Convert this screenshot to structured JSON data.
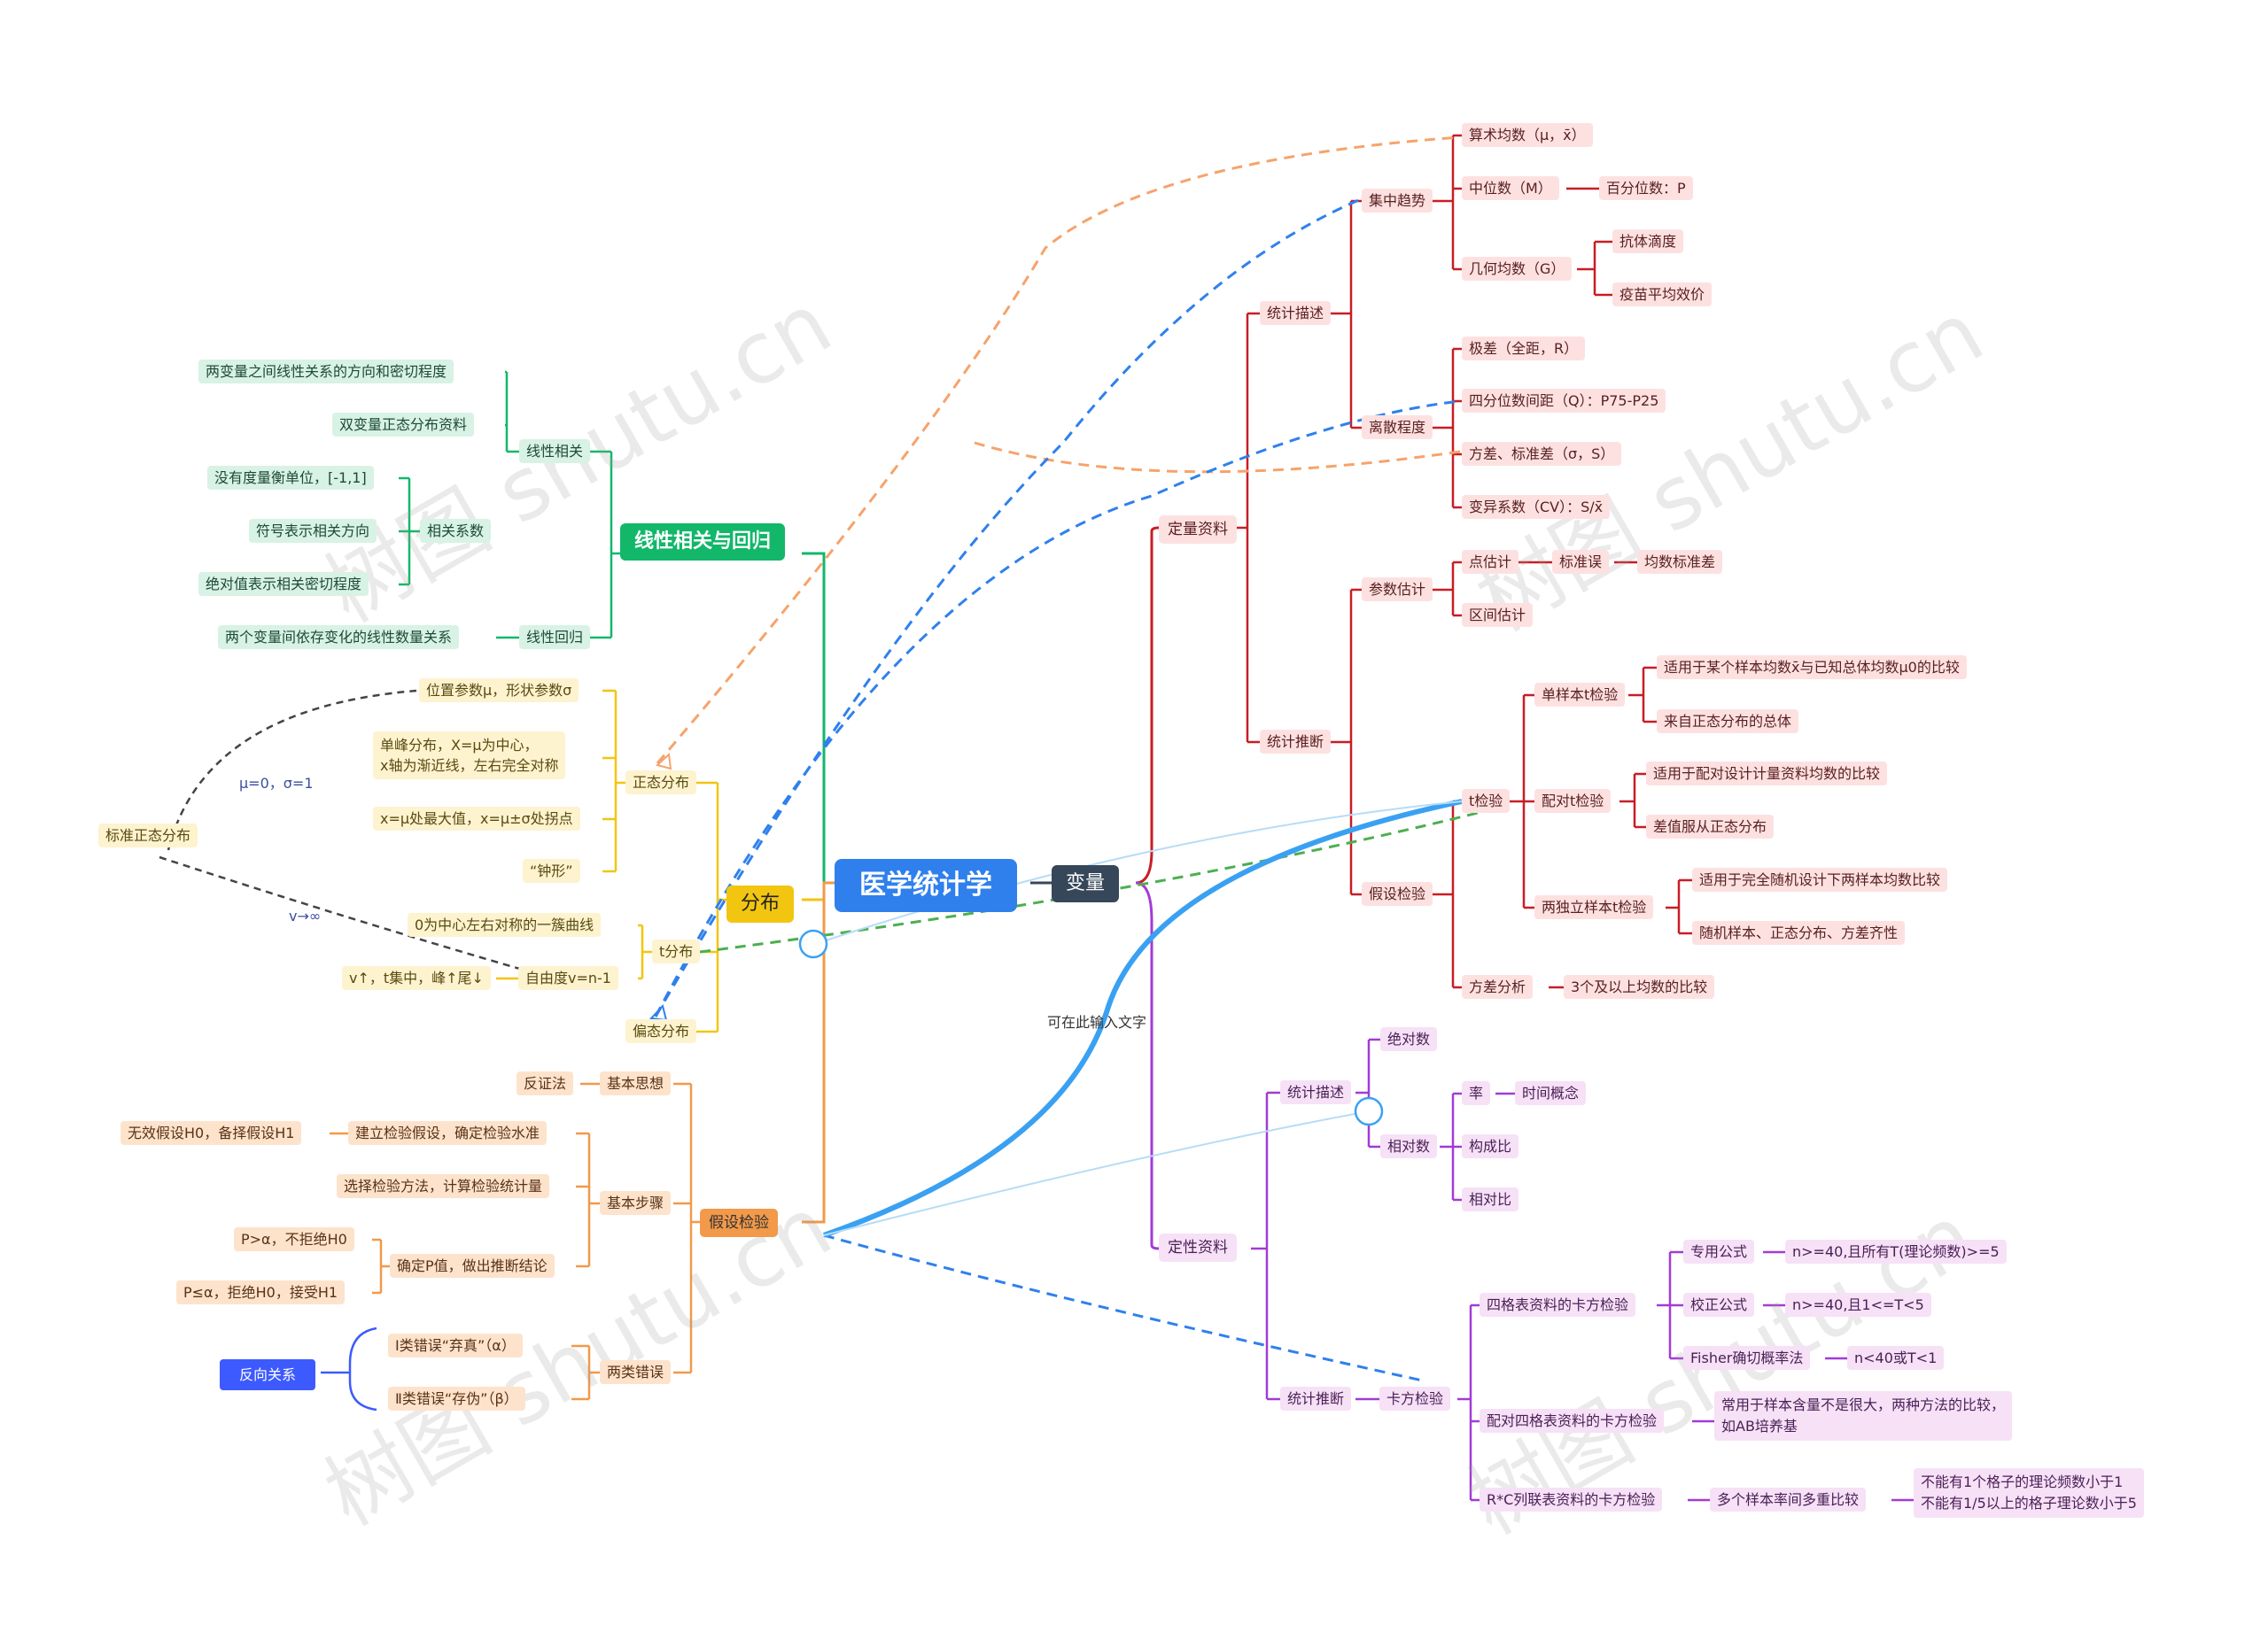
{
  "watermark": "树图 shutu.cn",
  "root": "医学统计学",
  "variable": "变量",
  "free_text": "可在此输入文字",
  "quantitative": {
    "label": "定量资料",
    "desc": {
      "label": "统计描述",
      "central": {
        "label": "集中趋势",
        "mean": "算术均数（μ，x̄）",
        "median": "中位数（M）",
        "percentile": "百分位数：P",
        "geo": "几何均数（G）",
        "geo_items": [
          "抗体滴度",
          "疫苗平均效价"
        ]
      },
      "dispersion": {
        "label": "离散程度",
        "items": [
          "极差（全距，R）",
          "四分位数间距（Q）：P75-P25",
          "方差、标准差（σ，S）",
          "变异系数（CV）：S/x̄"
        ]
      }
    },
    "infer": {
      "label": "统计推断",
      "param": {
        "label": "参数估计",
        "point": "点估计",
        "se": "标准误",
        "se_note": "均数标准差",
        "interval": "区间估计"
      },
      "test": {
        "label": "假设检验",
        "t": "t检验",
        "single": "单样本t检验",
        "single_items": [
          "适用于某个样本均数x̄与已知总体均数μ0的比较",
          "来自正态分布的总体"
        ],
        "paired": "配对t检验",
        "paired_items": [
          "适用于配对设计计量资料均数的比较",
          "差值服从正态分布"
        ],
        "two": "两独立样本t检验",
        "two_items": [
          "适用于完全随机设计下两样本均数比较",
          "随机样本、正态分布、方差齐性"
        ],
        "anova": "方差分析",
        "anova_note": "3个及以上均数的比较"
      }
    }
  },
  "qualitative": {
    "label": "定性资料",
    "desc": {
      "label": "统计描述",
      "absolute": "绝对数",
      "relative": "相对数",
      "rate": "率",
      "rate_note": "时间概念",
      "ratio1": "构成比",
      "ratio2": "相对比"
    },
    "infer": {
      "label": "统计推断",
      "chi": "卡方检验",
      "four": "四格表资料的卡方检验",
      "dedicated": "专用公式",
      "dedicated_cond": "n>=40,且所有T(理论频数)>=5",
      "corrected": "校正公式",
      "corrected_cond": "n>=40,且1<=T<5",
      "fisher": "Fisher确切概率法",
      "fisher_cond": "n<40或T<1",
      "paired_four": "配对四格表资料的卡方检验",
      "paired_four_note": [
        "常用于样本含量不是很大，两种方法的比较，",
        "如AB培养基"
      ],
      "rc": "R*C列联表资料的卡方检验",
      "rc_mid": "多个样本率间多重比较",
      "rc_note": [
        "不能有1个格子的理论频数小于1",
        "不能有1/5以上的格子理论数小于5"
      ]
    }
  },
  "linear": {
    "label": "线性相关与回归",
    "corr": "线性相关",
    "corr_items": [
      "两变量之间线性关系的方向和密切程度",
      "双变量正态分布资料"
    ],
    "coef": "相关系数",
    "coef_items": [
      "没有度量衡单位，[-1,1]",
      "符号表示相关方向",
      "绝对值表示相关密切程度"
    ],
    "reg": "线性回归",
    "reg_item": "两个变量间依存变化的线性数量关系"
  },
  "distribution": {
    "label": "分布",
    "normal": "正态分布",
    "normal_items": [
      "位置参数μ，形状参数σ",
      "单峰分布，X=μ为中心，",
      "x轴为渐近线，左右完全对称",
      "x=μ处最大值，x=μ±σ处拐点",
      "“钟形”"
    ],
    "std": "标准正态分布",
    "std_param": "μ=0，σ=1",
    "inf": "v→∞",
    "t": "t分布",
    "t_items": [
      "0为中心左右对称的一簇曲线",
      "自由度v=n-1",
      "v↑，t集中，峰↑尾↓"
    ],
    "skew": "偏态分布"
  },
  "hypothesis": {
    "label": "假设检验",
    "thought": "基本思想",
    "thought_item": "反证法",
    "steps": "基本步骤",
    "step1": "建立检验假设，确定检验水准",
    "step1_note": "无效假设H0，备择假设H1",
    "step2": "选择检验方法，计算检验统计量",
    "step3": "确定P值，做出推断结论",
    "step3_a": "P>α，不拒绝H0",
    "step3_b": "P≤α，拒绝H0，接受H1",
    "errors": "两类错误",
    "err1": "Ⅰ类错误“弃真”（α）",
    "err2": "Ⅱ类错误“存伪”（β）",
    "inverse": "反向关系"
  },
  "colors": {
    "root": "#2f80ed",
    "variable": "#37475a",
    "quant": "#c81d25",
    "qual": "#a23bd6",
    "linear": "#12b76a",
    "distribution": "#f2c511",
    "hypothesis": "#f2994a",
    "blue_link": "#2f80ed",
    "orange_link": "#f6a36b",
    "green_link": "#4caf50",
    "dark_link": "#444444"
  }
}
